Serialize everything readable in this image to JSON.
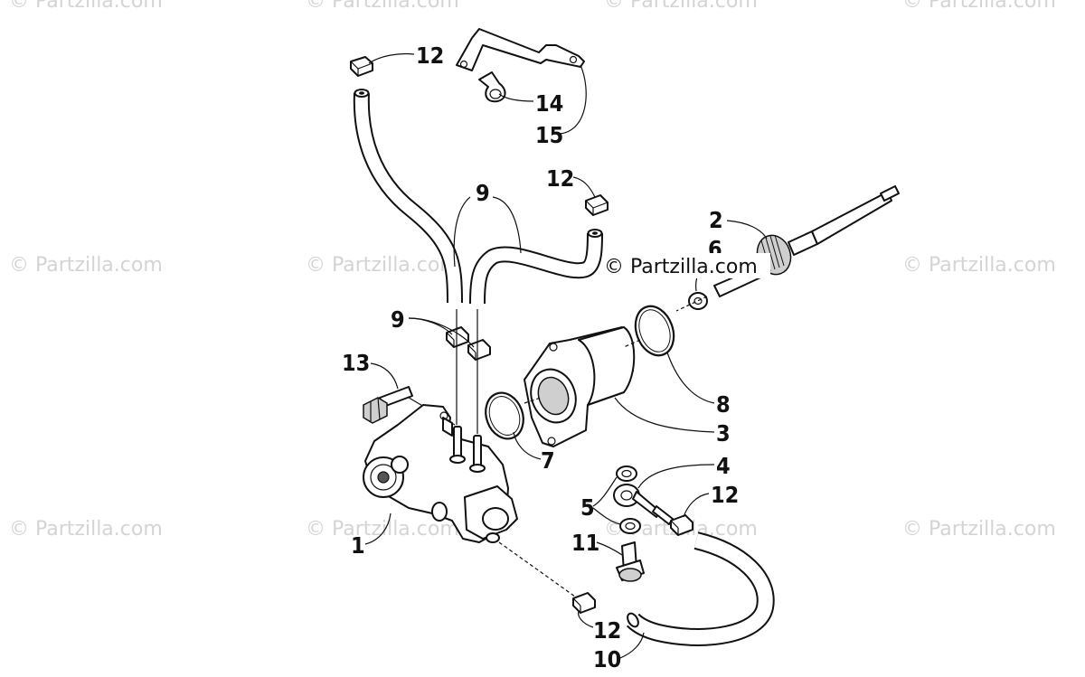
{
  "watermarks": {
    "text": "© Partzilla.com",
    "center_text": "© Partzilla.com"
  },
  "callouts": {
    "c1": "1",
    "c2": "2",
    "c3": "3",
    "c4": "4",
    "c5": "5",
    "c6": "6",
    "c7": "7",
    "c8": "8",
    "c9a": "9",
    "c9b": "9",
    "c10": "10",
    "c11": "11",
    "c12a": "12",
    "c12b": "12",
    "c12c": "12",
    "c12d": "12",
    "c13": "13",
    "c14": "14",
    "c15": "15"
  },
  "colors": {
    "line": "#111111",
    "watermark": "#d4d4d4",
    "background": "#ffffff"
  }
}
